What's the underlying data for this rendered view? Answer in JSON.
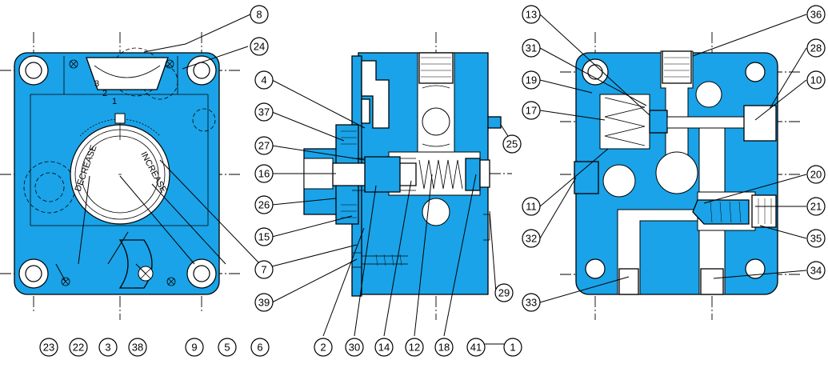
{
  "colors": {
    "body": "#1aa3e8",
    "ink": "#000000",
    "background": "#ffffff"
  },
  "dial": {
    "increase_label": "INCREASE",
    "decrease_label": "DECREASE",
    "scale_marks": [
      "3",
      "2",
      "1"
    ]
  },
  "views": {
    "left": {
      "callouts": [
        "8",
        "24",
        "23",
        "22",
        "3",
        "38",
        "9",
        "5",
        "6"
      ]
    },
    "middle": {
      "callouts": [
        "4",
        "37",
        "27",
        "16",
        "26",
        "15",
        "7",
        "39",
        "25",
        "29",
        "2",
        "30",
        "14",
        "12",
        "18",
        "41",
        "1"
      ]
    },
    "right": {
      "callouts": [
        "13",
        "36",
        "31",
        "28",
        "19",
        "10",
        "17",
        "11",
        "20",
        "32",
        "21",
        "35",
        "33",
        "34"
      ]
    }
  }
}
